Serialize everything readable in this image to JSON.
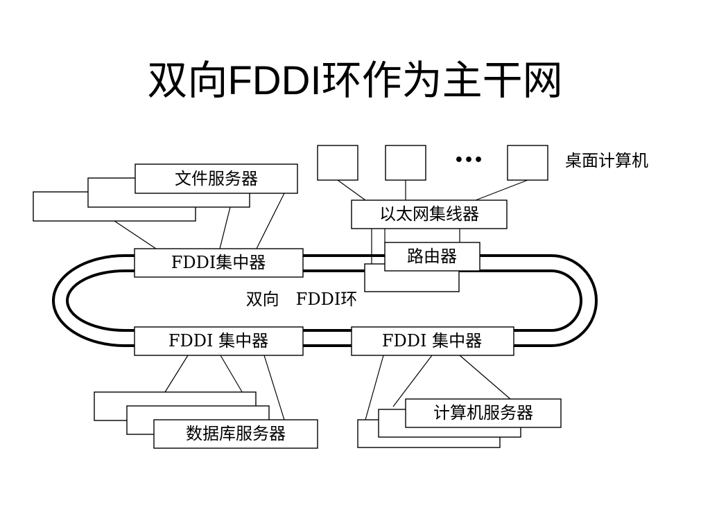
{
  "title": "双向FDDI环作为主干网",
  "labels": {
    "file_server": "文件服务器",
    "desktop_computers": "桌面计算机",
    "ellipsis": "•••",
    "ethernet_hub": "以太网集线器",
    "router": "路由器",
    "concentrator_top": "FDDI集中器",
    "ring": "双向　FDDI环",
    "concentrator_bottom_left": "FDDI 集中器",
    "concentrator_bottom_right": "FDDI 集中器",
    "database_server": "数据库服务器",
    "compute_server": "计算机服务器"
  }
}
